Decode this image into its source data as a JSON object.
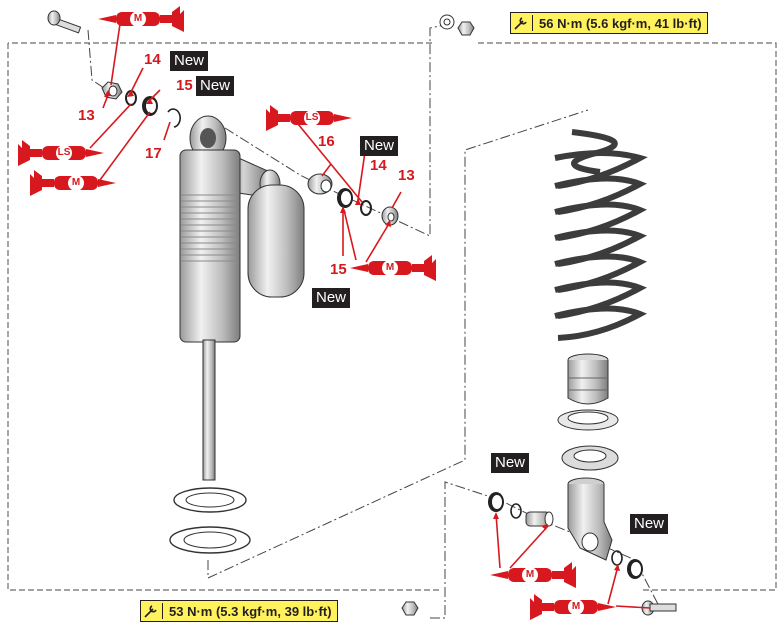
{
  "torques": {
    "upper": "56 N·m (5.6 kgf·m, 41 lb·ft)",
    "lower": "53 N·m (5.3 kgf·m, 39 lb·ft)"
  },
  "new_label": "New",
  "lube_labels": {
    "moly": "M",
    "lithium": "LS"
  },
  "part_numbers": {
    "p13": "13",
    "p14": "14",
    "p15": "15",
    "p16": "16",
    "p17": "17"
  },
  "colors": {
    "callout": "#d7191f",
    "torque_bg": "#fff25c",
    "tag_bg": "#231f20"
  }
}
